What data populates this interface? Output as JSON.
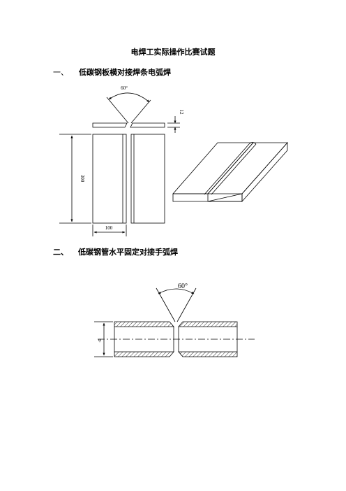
{
  "document": {
    "title": "电焊工实际操作比赛试题",
    "section1": {
      "number": "一、",
      "text": "低碳钢板横对接焊条电弧焊"
    },
    "section2": {
      "number": "二、",
      "text": "低碳钢管水平固定对接手弧焊"
    }
  },
  "drawing1": {
    "angle_label": "60°",
    "thickness_label": "12",
    "height_label": "300",
    "width_label": "100"
  },
  "drawing2": {
    "angle_label": "60°",
    "diameter_label": "φ"
  }
}
